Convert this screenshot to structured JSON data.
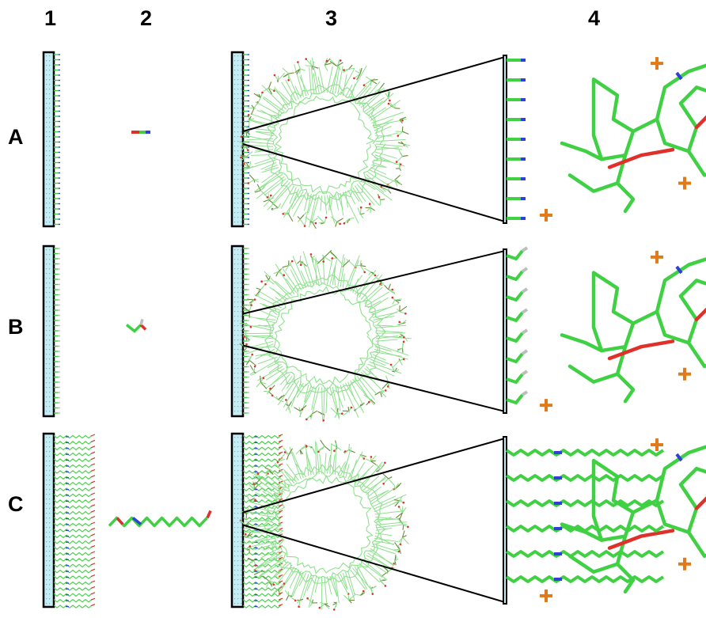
{
  "columns": [
    "1",
    "2",
    "3",
    "4"
  ],
  "rows": [
    "A",
    "B",
    "C"
  ],
  "colors": {
    "surface_fill": "#c6ecf4",
    "surface_border": "#000000",
    "carbon": "#3fd043",
    "oxygen": "#e0302a",
    "nitrogen": "#2f3fd8",
    "phosphorus": "#e07a1a",
    "hydrogen": "#bdbdbd",
    "ring_light": "#8fe08f",
    "ring_dark": "#6b8a3a",
    "line": "#000000"
  },
  "icons": [
    "surface-slab-icon",
    "ligand-molecule-icon",
    "dendrimer-ring-icon",
    "zoom-triangle-icon",
    "molecular-closeup-icon"
  ]
}
